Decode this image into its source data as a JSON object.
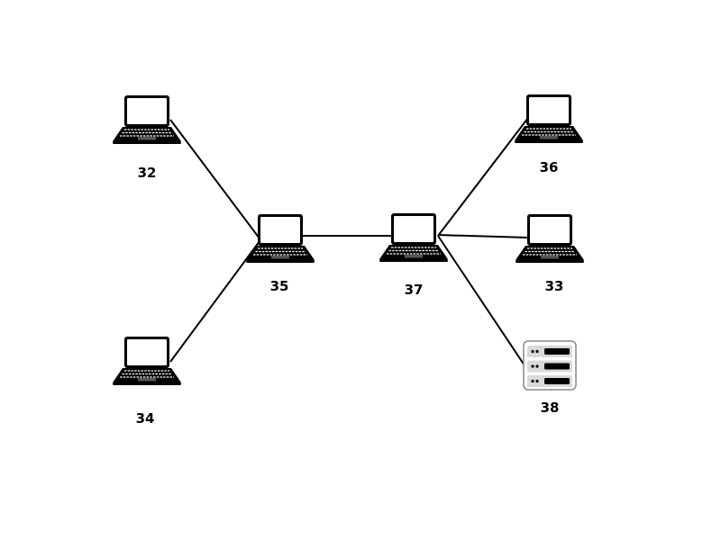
{
  "diagram": {
    "nodes": [
      {
        "id": "32",
        "label": "32",
        "icon": "laptop-icon"
      },
      {
        "id": "34",
        "label": "34",
        "icon": "laptop-icon"
      },
      {
        "id": "35",
        "label": "35",
        "icon": "laptop-icon"
      },
      {
        "id": "37",
        "label": "37",
        "icon": "laptop-icon"
      },
      {
        "id": "36",
        "label": "36",
        "icon": "laptop-icon"
      },
      {
        "id": "33",
        "label": "33",
        "icon": "laptop-icon"
      },
      {
        "id": "38",
        "label": "38",
        "icon": "server-icon"
      }
    ],
    "edges": [
      {
        "from": "32",
        "to": "35"
      },
      {
        "from": "34",
        "to": "35"
      },
      {
        "from": "35",
        "to": "37"
      },
      {
        "from": "37",
        "to": "36"
      },
      {
        "from": "37",
        "to": "33"
      },
      {
        "from": "37",
        "to": "38"
      }
    ],
    "colors": {
      "line": "#000000",
      "icon": "#000000",
      "server_body": "#d9d9d9"
    }
  }
}
